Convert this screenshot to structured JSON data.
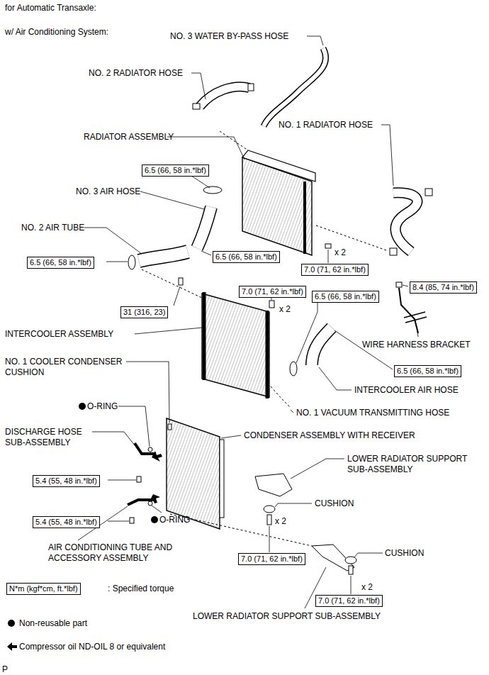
{
  "diagram": {
    "nodes": [
      {
        "text": [
          "6.5 (66, 58 in.*lbf)"
        ]
      },
      {
        "text": [
          "6.5 (66, 58 in.*lbf)"
        ]
      },
      {
        "text": [
          "6.5 (66, 58 in.*lbf)"
        ]
      },
      {
        "text": [
          "7.0 (71, 62 in.*lbf)"
        ]
      },
      {
        "text": [
          "8.4 (85, 74 in.*lbf)"
        ]
      },
      {
        "text": [
          "7.0 (71, 62 in.*lbf)"
        ]
      },
      {
        "text": [
          "6.5 (66, 58 in.*lbf)"
        ]
      },
      {
        "text": [
          "31 (316, 23)"
        ]
      },
      {
        "text": [
          "6.5 (66, 58 in.*lbf)"
        ]
      },
      {
        "text": [
          "5.4 (55, 48 in.*lbf)"
        ]
      },
      {
        "text": [
          "5.4 (55, 48 in.*lbf)"
        ]
      },
      {
        "text": [
          "7.0 (71, 62 in.*lbf)"
        ]
      },
      {
        "text": [
          "7.0 (71, 62 in.*lbf)"
        ]
      },
      {
        "text": [
          "N*m (kgf*cm, ft.*lbf)"
        ]
      }
    ],
    "labels": [
      "for Automatic Transaxle:",
      "w/ Air Conditioning System:",
      "NO. 3 WATER BY-PASS HOSE",
      "NO. 2 RADIATOR HOSE",
      "NO. 1 RADIATOR HOSE",
      "RADIATOR ASSEMBLY",
      "NO. 3 AIR HOSE",
      "NO. 2 AIR TUBE",
      "x 2",
      "x 2",
      "INTERCOOLER ASSEMBLY",
      "WIRE HARNESS BRACKET",
      "NO. 1 COOLER CONDENSER CUSHION",
      "INTERCOOLER AIR HOSE",
      "O-RING",
      "NO. 1 VACUUM TRANSMITTING HOSE",
      "DISCHARGE HOSE SUB-ASSEMBLY",
      "CONDENSER ASSEMBLY WITH RECEIVER",
      "LOWER RADIATOR SUPPORT SUB-ASSEMBLY",
      "CUSHION",
      "O-RING",
      "x 2",
      "AIR CONDITIONING TUBE AND ACCESSORY ASSEMBLY",
      "CUSHION",
      "x 2",
      "LOWER RADIATOR SUPPORT SUB-ASSEMBLY",
      "P"
    ],
    "legend": [
      {
        "text": ": Specified torque"
      },
      {
        "text": "Non-reusable part"
      },
      {
        "text": "Compressor oil ND-OIL 8 or equivalent"
      }
    ]
  }
}
